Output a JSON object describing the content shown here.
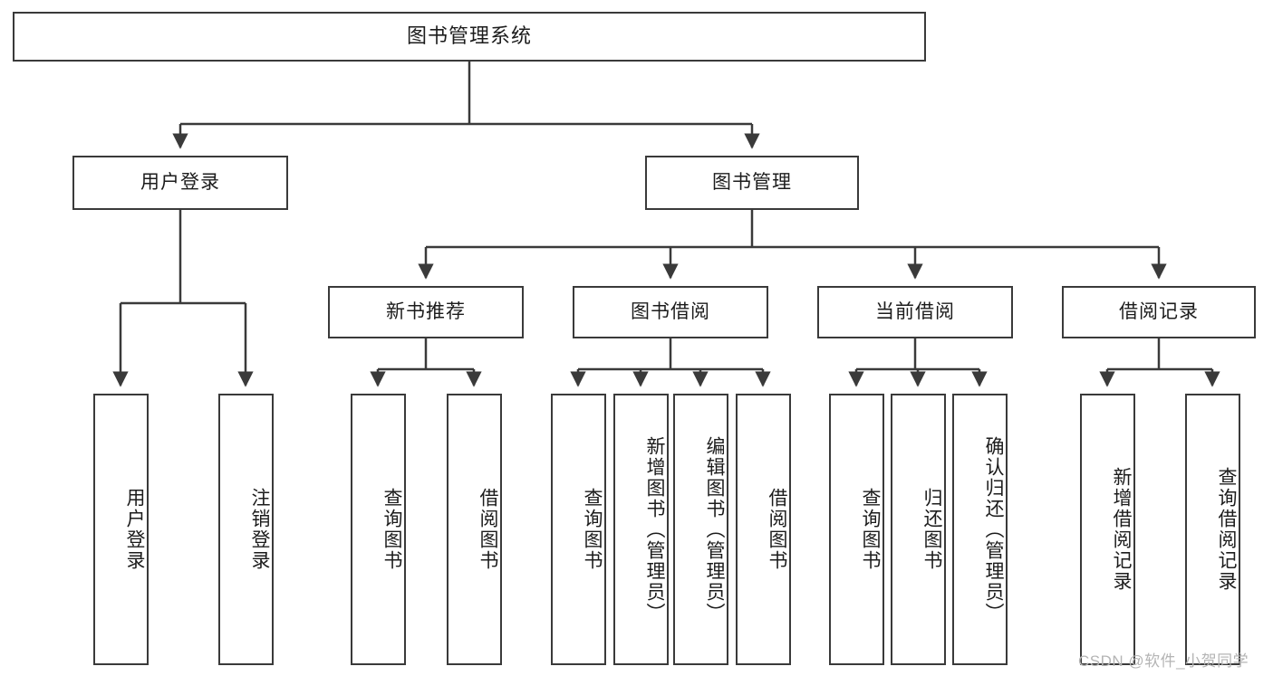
{
  "diagram": {
    "title": "图书管理系统",
    "type": "hierarchy-tree",
    "root": {
      "id": "root",
      "label": "图书管理系统",
      "orientation": "horizontal"
    },
    "level2": [
      {
        "id": "user-login",
        "label": "用户登录",
        "orientation": "horizontal"
      },
      {
        "id": "book-manage",
        "label": "图书管理",
        "orientation": "horizontal"
      }
    ],
    "level3": [
      {
        "id": "new-book-rec",
        "label": "新书推荐",
        "orientation": "horizontal",
        "parent": "book-manage"
      },
      {
        "id": "book-borrow",
        "label": "图书借阅",
        "orientation": "horizontal",
        "parent": "book-manage"
      },
      {
        "id": "current-borrow",
        "label": "当前借阅",
        "orientation": "horizontal",
        "parent": "book-manage"
      },
      {
        "id": "borrow-record",
        "label": "借阅记录",
        "orientation": "horizontal",
        "parent": "book-manage"
      }
    ],
    "leaves": [
      {
        "id": "leaf-user-login",
        "label": "用户登录",
        "parent": "user-login",
        "orientation": "vertical"
      },
      {
        "id": "leaf-logout-login",
        "label": "注销登录",
        "parent": "user-login",
        "orientation": "vertical"
      },
      {
        "id": "leaf-query-book-1",
        "label": "查询图书",
        "parent": "new-book-rec",
        "orientation": "vertical"
      },
      {
        "id": "leaf-borrow-book-1",
        "label": "借阅图书",
        "parent": "new-book-rec",
        "orientation": "vertical"
      },
      {
        "id": "leaf-query-book-2",
        "label": "查询图书",
        "parent": "book-borrow",
        "orientation": "vertical"
      },
      {
        "id": "leaf-add-book",
        "label": "新增图书（管理员）",
        "parent": "book-borrow",
        "orientation": "vertical"
      },
      {
        "id": "leaf-edit-book",
        "label": "编辑图书（管理员）",
        "parent": "book-borrow",
        "orientation": "vertical"
      },
      {
        "id": "leaf-borrow-book-2",
        "label": "借阅图书",
        "parent": "book-borrow",
        "orientation": "vertical"
      },
      {
        "id": "leaf-query-book-3",
        "label": "查询图书",
        "parent": "current-borrow",
        "orientation": "vertical"
      },
      {
        "id": "leaf-return-book",
        "label": "归还图书",
        "parent": "current-borrow",
        "orientation": "vertical"
      },
      {
        "id": "leaf-confirm-return",
        "label": "确认归还（管理员）",
        "parent": "current-borrow",
        "orientation": "vertical"
      },
      {
        "id": "leaf-add-record",
        "label": "新增借阅记录",
        "parent": "borrow-record",
        "orientation": "vertical"
      },
      {
        "id": "leaf-query-record",
        "label": "查询借阅记录",
        "parent": "borrow-record",
        "orientation": "vertical"
      }
    ],
    "watermark": "CSDN @软件_小贺同学",
    "colors": {
      "border": "#3a3a3a",
      "text": "#1c1c1c",
      "background": "#ffffff",
      "watermark": "#b4b4b4"
    }
  }
}
